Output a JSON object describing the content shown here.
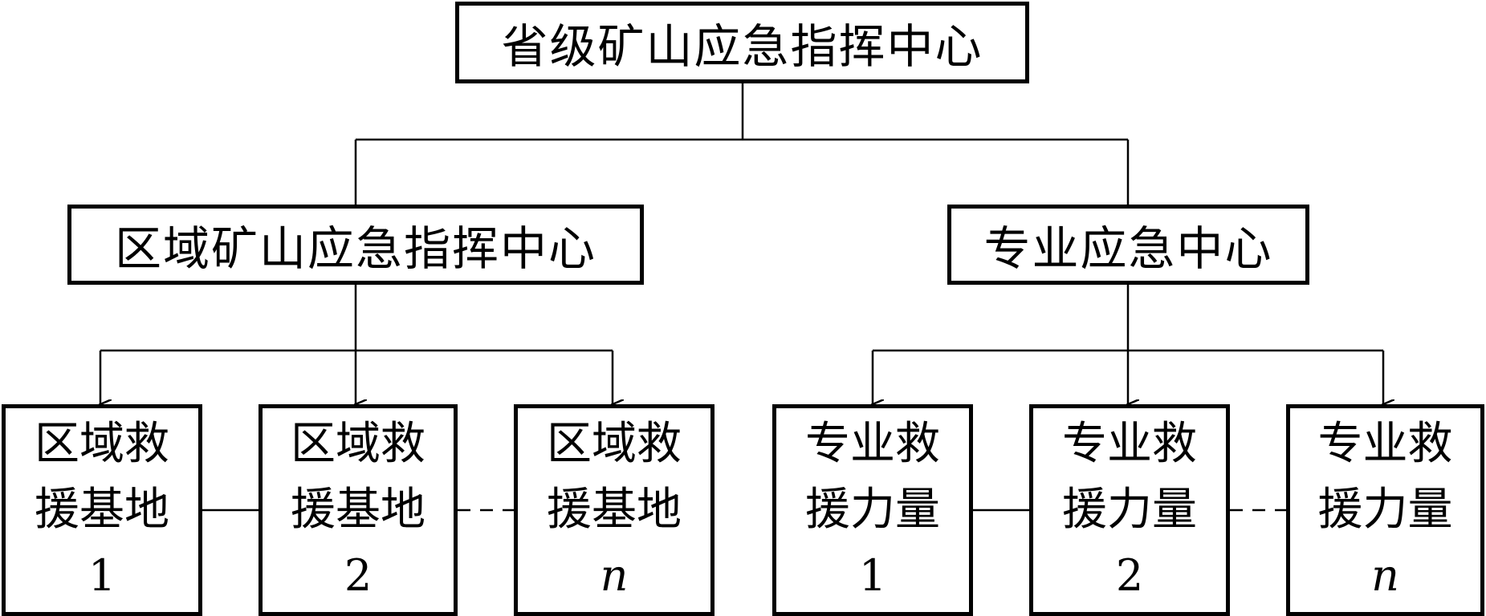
{
  "top": {
    "label": "省级矿山应急指挥中心"
  },
  "left_center": {
    "label": "区域矿山应急指挥中心"
  },
  "right_center": {
    "label": "专业应急中心"
  },
  "regional_bases": [
    {
      "line1": "区域救",
      "line2": "援基地",
      "index": "1"
    },
    {
      "line1": "区域救",
      "line2": "援基地",
      "index": "2"
    },
    {
      "line1": "区域救",
      "line2": "援基地",
      "index": "n"
    }
  ],
  "professional_forces": [
    {
      "line1": "专业救",
      "line2": "援力量",
      "index": "1"
    },
    {
      "line1": "专业救",
      "line2": "援力量",
      "index": "2"
    },
    {
      "line1": "专业救",
      "line2": "援力量",
      "index": "n"
    }
  ]
}
